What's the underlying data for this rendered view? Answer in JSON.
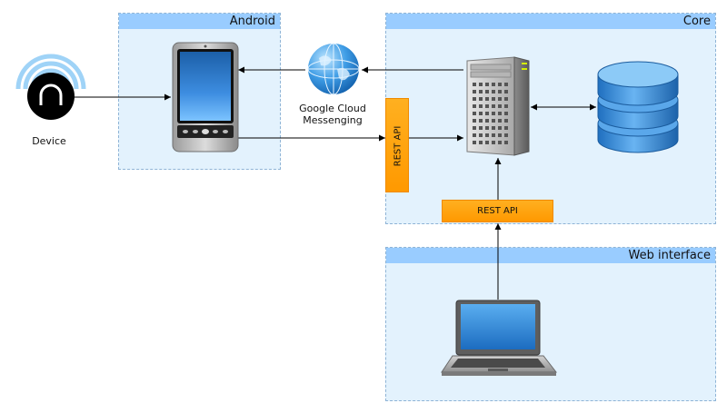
{
  "containers": {
    "android": "Android",
    "core": "Core",
    "web": "Web interface"
  },
  "nodes": {
    "device": "Device",
    "gcm_line1": "Google Cloud",
    "gcm_line2": "Messenging",
    "rest_api_vertical": "REST API",
    "rest_api_horizontal": "REST API"
  },
  "icons": [
    "device-beacon-icon",
    "smartphone-icon",
    "globe-icon",
    "server-icon",
    "database-icon",
    "laptop-icon"
  ],
  "colors": {
    "container_fill": "#e3f2fd",
    "container_header": "#99ccff",
    "rest_api": "#ff9900"
  }
}
